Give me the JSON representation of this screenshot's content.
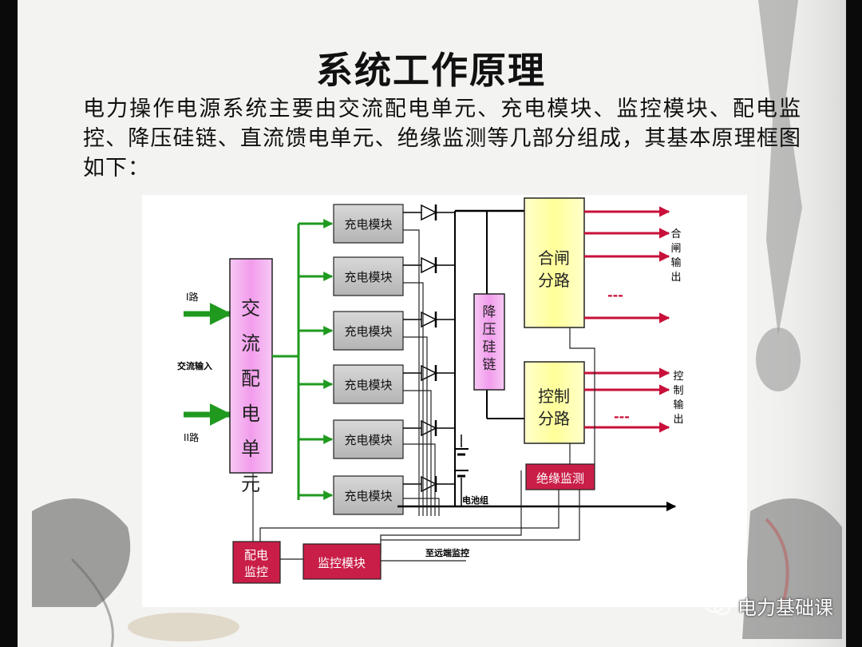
{
  "slide": {
    "title": "系统工作原理",
    "body": "电力操作电源系统主要由交流配电单元、充电模块、监控模块、配电监控、降压硅链、直流馈电单元、绝缘监测等几部分组成，其基本原理框图如下："
  },
  "diagram": {
    "inputs": {
      "line1": "I路",
      "line2": "II路",
      "main": "交流输入"
    },
    "ac_unit": "交流配电单元",
    "charging_module": "充电模块",
    "module_count": 6,
    "step_down": "降压硅链",
    "closing_branch": "合闸分路",
    "control_branch": "控制分路",
    "closing_output": "合闸输出",
    "control_output": "控制输出",
    "insulation": "绝缘监测",
    "battery": "电池组",
    "distribution_monitor": "配电监控",
    "monitor_module": "监控模块",
    "remote": "至远端监控",
    "ellipsis": "---",
    "colors": {
      "green": "#1f9a1f",
      "red": "#c8103a",
      "pink": "#f4b3f0",
      "gray": "#c8c8c8",
      "yellow": "#ffff99",
      "crimson": "#c91e47"
    }
  },
  "watermark": {
    "text": "电力基础课"
  }
}
